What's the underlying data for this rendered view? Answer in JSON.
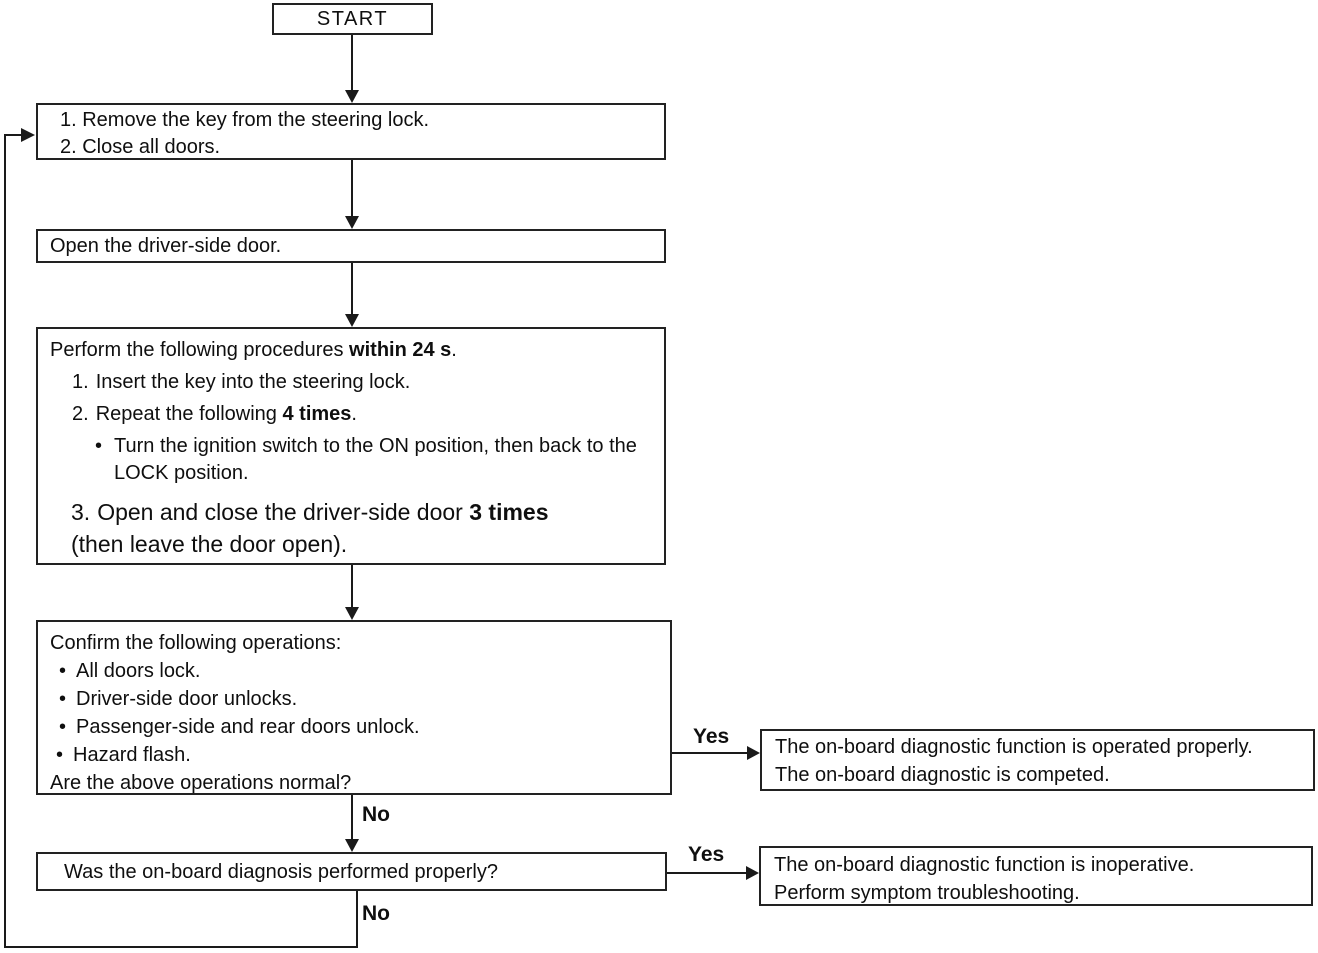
{
  "glyphs": {
    "bullet": "•"
  },
  "labels": {
    "yes_top": "Yes",
    "yes_bottom": "Yes",
    "no_mid": "No",
    "no_bottom": "No"
  },
  "nodes": {
    "start": {
      "label": "START"
    },
    "prepare": {
      "line1": "1. Remove the key from the steering lock.",
      "line2": "2. Close all doors."
    },
    "open_door": {
      "text": "Open the driver-side door."
    },
    "procedure": {
      "intro": {
        "pre": "Perform the following procedures ",
        "bold": "within 24 s",
        "post": "."
      },
      "step1": {
        "num": "1.",
        "text": "Insert the key into the steering lock."
      },
      "step2": {
        "num": "2.",
        "pre": "Repeat the following ",
        "bold": "4 times",
        "post": "."
      },
      "step2_sub": {
        "text": "Turn the ignition switch to the ON position, then back to the LOCK position."
      },
      "step3": {
        "num": "3.",
        "pre": "Open and close the driver-side door ",
        "bold": "3 times",
        "cont": "(then leave the door open)."
      }
    },
    "confirm": {
      "intro": "Confirm the following operations:",
      "bullets": [
        "All doors lock.",
        "Driver-side door unlocks.",
        "Passenger-side and rear doors unlock.",
        "Hazard flash."
      ],
      "question": "Are the above operations normal?"
    },
    "diagnosis_question": {
      "text": "Was the on-board diagnosis performed properly?"
    },
    "result_ok": {
      "line1": "The on-board diagnostic function is operated properly.",
      "line2": "The on-board diagnostic is competed."
    },
    "result_fail": {
      "line1": "The on-board diagnostic function is inoperative.",
      "line2": "Perform symptom troubleshooting."
    }
  },
  "colors": {
    "line": "#1a1a1a",
    "border": "#222222",
    "text": "#0f0f0f",
    "background": "#ffffff"
  }
}
